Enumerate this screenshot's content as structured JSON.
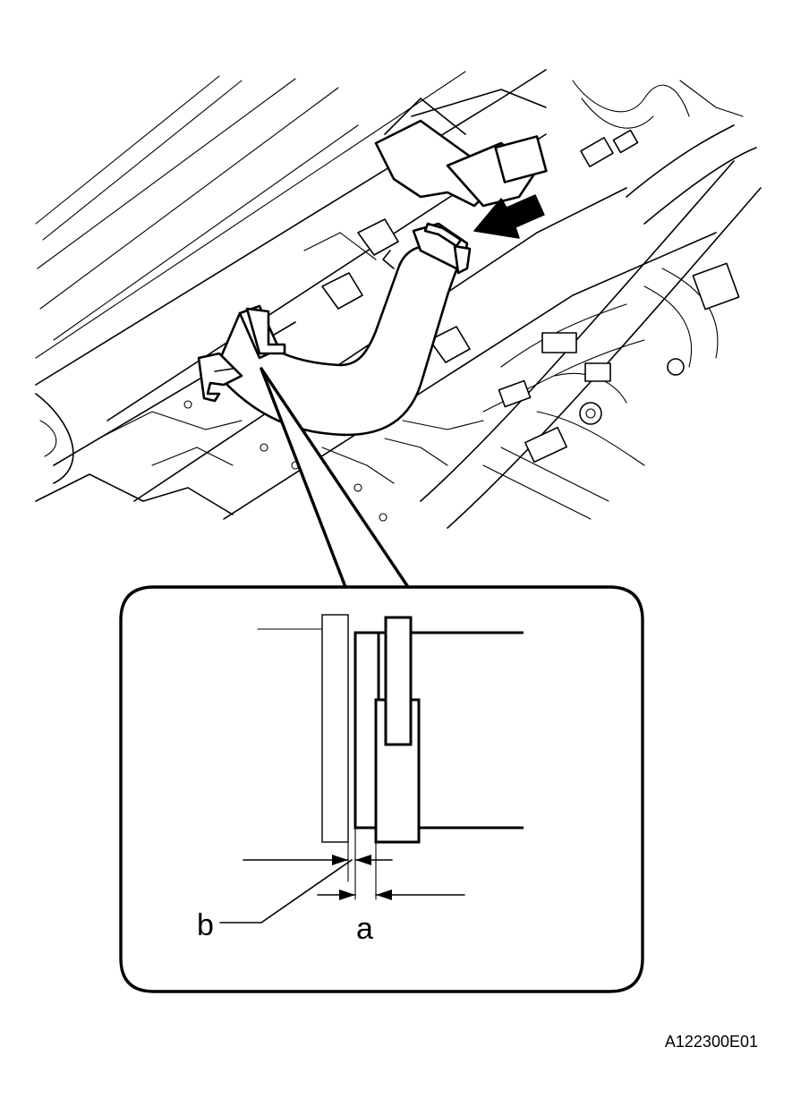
{
  "labels": {
    "a": "a",
    "b": "b"
  },
  "figure_code": "A122300E01",
  "icons": {
    "direction_arrow": "view-direction-arrow-icon"
  }
}
